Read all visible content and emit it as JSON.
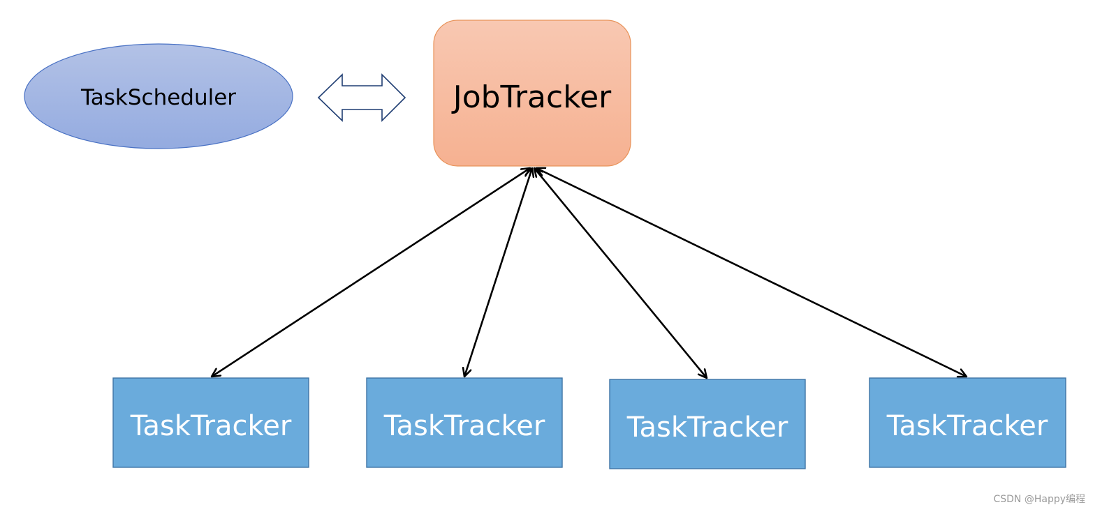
{
  "nodes": {
    "scheduler": {
      "label": "TaskScheduler"
    },
    "job_tracker": {
      "label": "JobTracker"
    },
    "task_trackers": [
      {
        "label": "TaskTracker"
      },
      {
        "label": "TaskTracker"
      },
      {
        "label": "TaskTracker"
      },
      {
        "label": "TaskTracker"
      }
    ]
  },
  "edges": [
    {
      "from": "scheduler",
      "to": "job_tracker",
      "style": "hollow-double-arrow"
    },
    {
      "from": "job_tracker",
      "to": "task_trackers.0",
      "style": "bidirectional-line-arrow"
    },
    {
      "from": "job_tracker",
      "to": "task_trackers.1",
      "style": "bidirectional-line-arrow"
    },
    {
      "from": "job_tracker",
      "to": "task_trackers.2",
      "style": "bidirectional-line-arrow"
    },
    {
      "from": "job_tracker",
      "to": "task_trackers.3",
      "style": "bidirectional-line-arrow"
    }
  ],
  "watermark": "CSDN @Happy编程",
  "colors": {
    "scheduler_fill_top": "#b3c2e6",
    "scheduler_fill_bottom": "#94abe0",
    "scheduler_stroke": "#4a72c4",
    "job_fill_top": "#f8c8b2",
    "job_fill_bottom": "#f6b191",
    "job_stroke": "#e8935a",
    "task_fill": "#6aabdc",
    "task_stroke": "#3f74a6",
    "hollow_arrow_stroke": "#1f3d72",
    "connector": "#000000"
  }
}
